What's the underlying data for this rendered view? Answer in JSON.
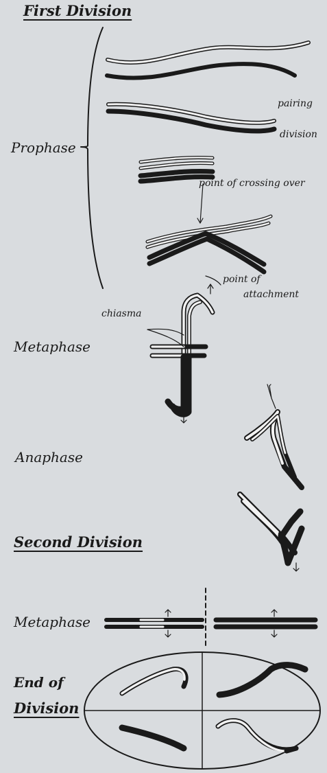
{
  "headings": {
    "first_division": "First Division",
    "second_division": "Second Division",
    "end_of_division_line1": "End of",
    "end_of_division_line2": "Division"
  },
  "stages": {
    "prophase": "Prophase",
    "metaphase": "Metaphase",
    "anaphase": "Anaphase",
    "metaphase_2": "Metaphase"
  },
  "annotations": {
    "pairing": "pairing",
    "division": "division",
    "point_of_crossing_over": "point of crossing over",
    "point_of_attachment_line1": "point of",
    "point_of_attachment_line2": "attachment",
    "chiasma": "chiasma"
  },
  "colors": {
    "ink": "#1a1a1a",
    "paper": "#d9dcdf",
    "light_chromosome": "#f2f2f2"
  }
}
